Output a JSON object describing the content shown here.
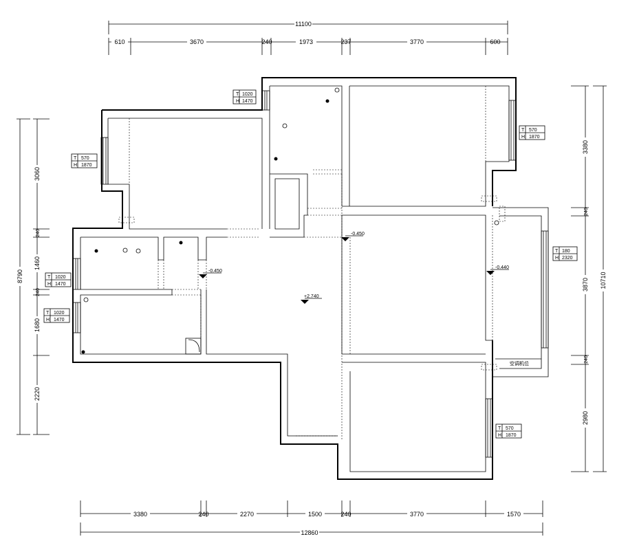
{
  "top_dims": {
    "total": "11100",
    "segments": [
      "610",
      "3670",
      "240",
      "1973",
      "237",
      "3770",
      "600"
    ]
  },
  "bottom_dims": {
    "total": "12860",
    "segments": [
      "3380",
      "240",
      "2270",
      "1500",
      "240",
      "3770",
      "1570"
    ]
  },
  "left_dims": {
    "total": "8790",
    "segments": [
      "3060",
      "240",
      "1460",
      "240",
      "1680",
      "2220"
    ]
  },
  "right_dims": {
    "total": "10710",
    "segments": [
      "3380",
      "240",
      "3870",
      "240",
      "2980"
    ]
  },
  "windows": [
    {
      "t": "1020",
      "h": "1470"
    },
    {
      "t": "570",
      "h": "1870"
    },
    {
      "t": "570",
      "h": "1870"
    },
    {
      "t": "1020",
      "h": "1470"
    },
    {
      "t": "1020",
      "h": "1470"
    },
    {
      "t": "180",
      "h": "2320"
    },
    {
      "t": "570",
      "h": "1870"
    }
  ],
  "window_labels": {
    "t": "T",
    "h": "H"
  },
  "levels": [
    "-0.450",
    "-0.450",
    "-0.440",
    "+2.740"
  ],
  "ac_label": "空调机位"
}
